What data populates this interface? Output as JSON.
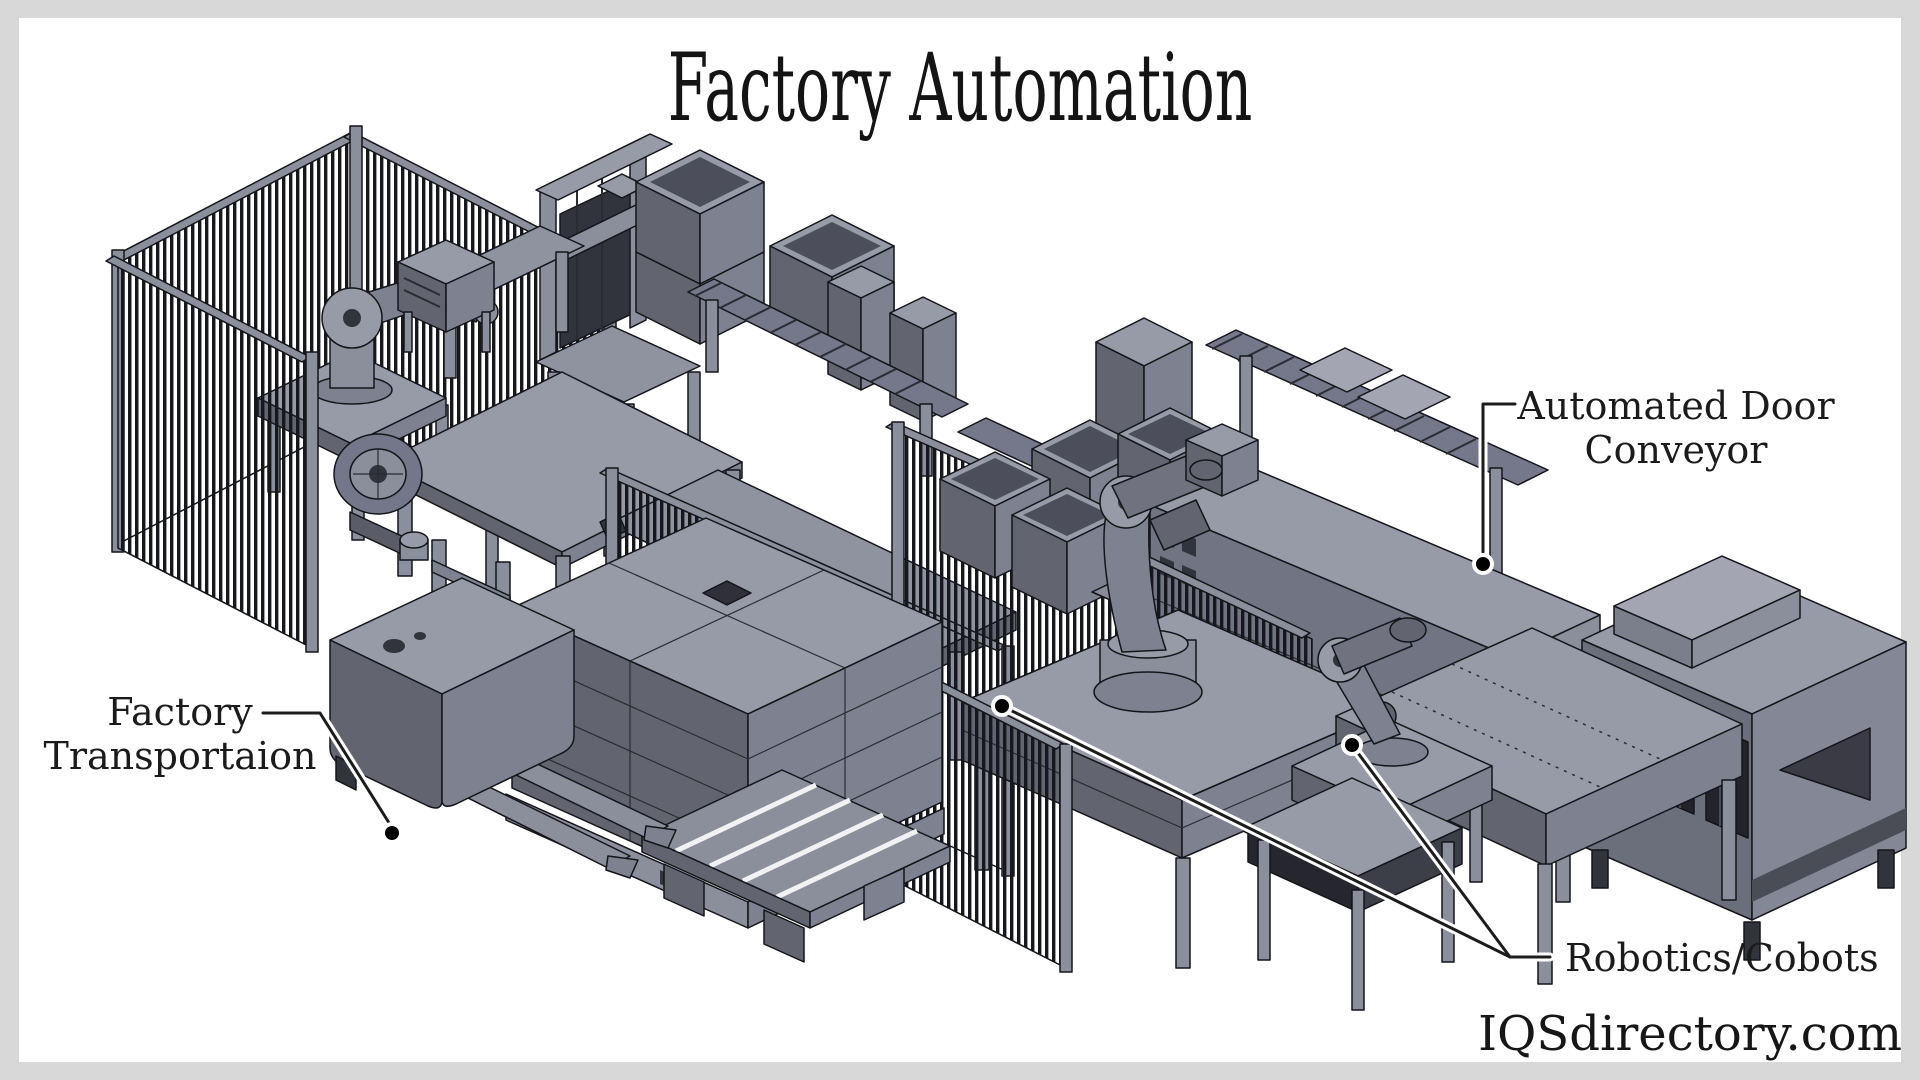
{
  "title": {
    "text": "Factory Automation"
  },
  "watermark": {
    "text": "IQSdirectory.com"
  },
  "callouts": {
    "automated_door_conveyor": {
      "line1": "Automated Door",
      "line2": "Conveyor"
    },
    "factory_transportation": {
      "line1": "Factory",
      "line2": "Transportaion"
    },
    "robotics_cobots": {
      "label": "Robotics/Cobots"
    }
  },
  "colors": {
    "page_frame": "#d8d8d8",
    "canvas": "#ffffff",
    "machinery_top": "#979aa7",
    "machinery_side_dark": "#62656f",
    "machinery_side_light": "#7e8290",
    "outline": "#14151a",
    "text": "#1b1b1b"
  }
}
